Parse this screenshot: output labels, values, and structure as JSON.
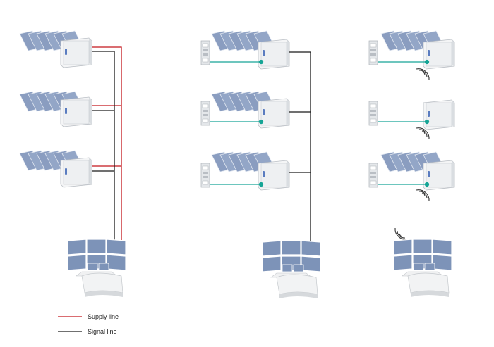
{
  "legend": {
    "supply": {
      "label": "Supply line",
      "color": "#c4161c"
    },
    "signal": {
      "label": "Signal line",
      "color": "#1a1a1a"
    }
  },
  "colors": {
    "data_link": "#16a596",
    "solar_panel": "#8a9dc0",
    "cabinet": "#e8eaec",
    "monitor": "#7d93b8",
    "wireless_arcs": "#333333"
  },
  "systems": [
    {
      "name": "wired-supply-and-signal",
      "stations": 3,
      "station_type": "inverter-cabinet-with-solar-array",
      "connection": "supply+signal"
    },
    {
      "name": "wired-signal-with-data-logger",
      "stations": 3,
      "station_type": "logger-plus-inverter-cabinet",
      "connection": "signal"
    },
    {
      "name": "wireless-with-data-logger",
      "stations": 3,
      "station_type": "logger-plus-inverter-cabinet",
      "connection": "wireless"
    }
  ]
}
